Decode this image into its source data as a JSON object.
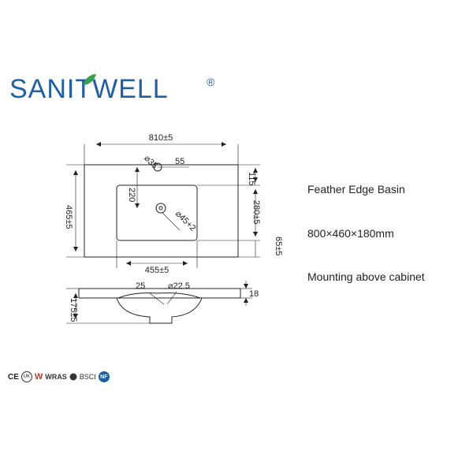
{
  "brand": {
    "name": "SANITWELL",
    "registered_mark": "®",
    "leaf_color": "#3aa14a",
    "text_color": "#1f5fa8"
  },
  "specs": {
    "name": "Feather Edge Basin",
    "size": "800×460×180mm",
    "mounting": "Mounting above cabinet"
  },
  "dimensions": {
    "overall_width": "810±5",
    "tap_hole_dia": "⌀35",
    "tap_hole_offset": "55",
    "top_depth": "115",
    "overall_depth": "465±5",
    "tap_to_drain": "220",
    "bowl_depth": "280±5",
    "drain_dia": "⌀45+2",
    "front_edge": "65±5",
    "bowl_width": "455±5",
    "overflow": "25",
    "drain_hole": "⌀22.5",
    "rim_thickness": "18",
    "overall_height": "175±5"
  },
  "certifications": {
    "ce": "CE",
    "ukca": "UK",
    "w": "W",
    "wras": "WRAS",
    "bsci": "BSCI",
    "nf": "NF"
  }
}
